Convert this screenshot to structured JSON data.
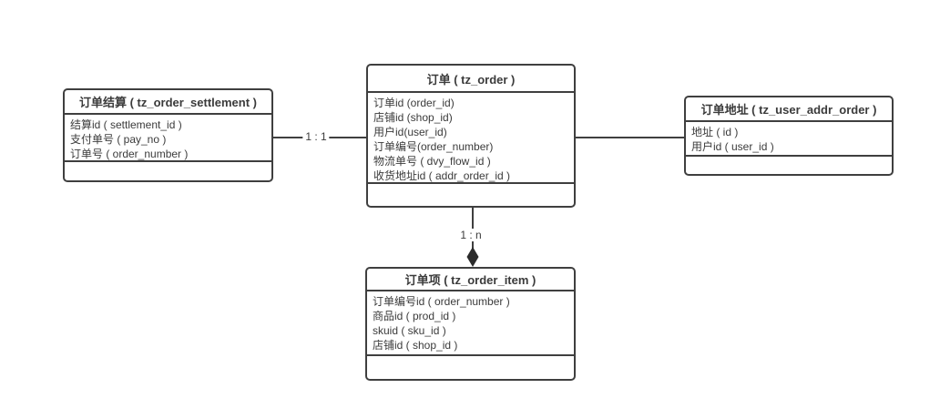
{
  "diagram": {
    "entities": {
      "settlement": {
        "title": "订单结算 ( tz_order_settlement )",
        "fields": [
          "结算id ( settlement_id )",
          "支付单号 ( pay_no )",
          "订单号 ( order_number )"
        ]
      },
      "order": {
        "title": "订单 ( tz_order )",
        "fields": [
          "订单id (order_id)",
          "店铺id (shop_id)",
          "用户id(user_id)",
          "订单编号(order_number)",
          "物流单号 ( dvy_flow_id )",
          "收货地址id ( addr_order_id )"
        ]
      },
      "address": {
        "title": "订单地址 ( tz_user_addr_order )",
        "fields": [
          "地址 ( id )",
          "用户id ( user_id )"
        ]
      },
      "order_item": {
        "title": "订单项 ( tz_order_item )",
        "fields": [
          "订单编号id ( order_number )",
          "商品id ( prod_id )",
          "skuid ( sku_id )",
          "店铺id ( shop_id )"
        ]
      }
    },
    "relations": {
      "settlement_to_order": {
        "label": "1 : 1",
        "type": "line"
      },
      "order_to_address": {
        "label": "",
        "type": "line"
      },
      "order_to_order_item": {
        "label": "1 : n",
        "type": "diamond-arrow"
      }
    },
    "colors": {
      "border": "#3f3f3f",
      "text": "#3b3b3b",
      "background": "#ffffff"
    }
  }
}
